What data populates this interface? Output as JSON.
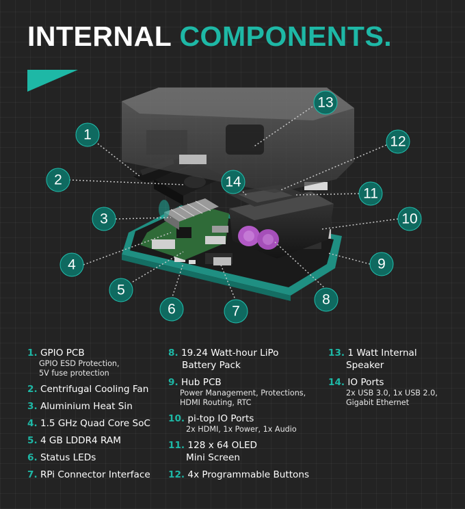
{
  "title": {
    "part1": "INTERNAL",
    "part2": "COMPONENTS."
  },
  "colors": {
    "accent": "#1eb8a6",
    "background": "#232323",
    "circle_fill": "#0f6a60"
  },
  "callouts": [
    "1",
    "2",
    "3",
    "4",
    "5",
    "6",
    "7",
    "8",
    "9",
    "10",
    "11",
    "12",
    "13",
    "14"
  ],
  "legend": {
    "col1": [
      {
        "num": "1.",
        "name": "GPIO PCB",
        "desc": [
          "GPIO ESD Protection,",
          "5V fuse protection"
        ]
      },
      {
        "num": "2.",
        "name": "Centrifugal Cooling Fan"
      },
      {
        "num": "3.",
        "name": "Aluminium Heat Sin"
      },
      {
        "num": "4.",
        "name": "1.5 GHz Quad Core SoC"
      },
      {
        "num": "5.",
        "name": "4 GB LDDR4 RAM"
      },
      {
        "num": "6.",
        "name": "Status LEDs"
      },
      {
        "num": "7.",
        "name": "RPi Connector Interface"
      }
    ],
    "col2": [
      {
        "num": "8.",
        "name": "19.24 Watt-hour LiPo",
        "name2": "Battery Pack"
      },
      {
        "num": "9.",
        "name": "Hub PCB",
        "desc": [
          "Power Management, Protections,",
          "HDMI Routing, RTC"
        ]
      },
      {
        "num": "10.",
        "name": "pi-top IO Ports",
        "desc": [
          "2x HDMI, 1x Power, 1x Audio"
        ]
      },
      {
        "num": "11.",
        "name": "128 x 64 OLED",
        "name2": "Mini Screen"
      },
      {
        "num": "12.",
        "name": "4x Programmable Buttons"
      }
    ],
    "col3": [
      {
        "num": "13.",
        "name": "1 Watt Internal",
        "name2": "Speaker"
      },
      {
        "num": "14.",
        "name": "IO Ports",
        "desc": [
          "2x USB 3.0, 1x USB 2.0,",
          "Gigabit Ethernet"
        ]
      }
    ]
  }
}
